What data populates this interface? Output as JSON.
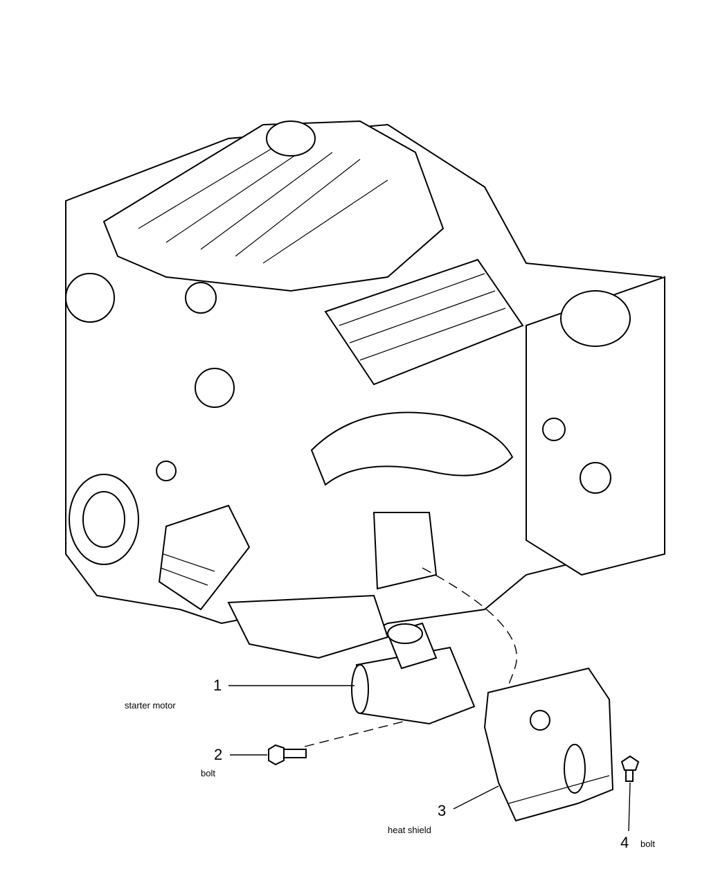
{
  "diagram": {
    "callouts": [
      {
        "number": "1",
        "part": "starter motor"
      },
      {
        "number": "2",
        "part": "bolt"
      },
      {
        "number": "3",
        "part": "heat shield"
      },
      {
        "number": "4",
        "part": "bolt"
      }
    ],
    "colors": {
      "line": "#000000",
      "background": "#ffffff"
    }
  }
}
